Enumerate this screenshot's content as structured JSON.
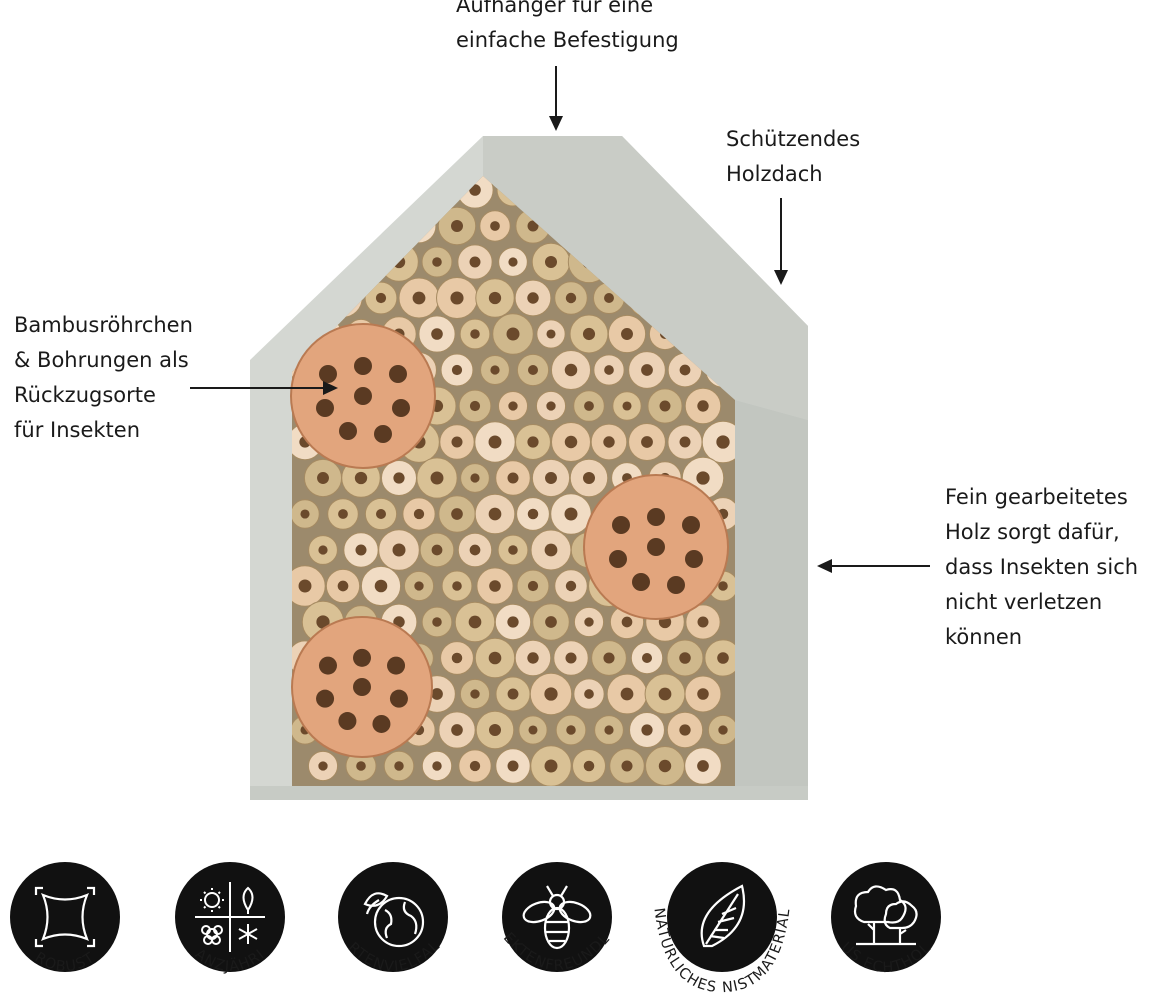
{
  "callouts": {
    "top": [
      "Aufhänger für eine",
      "einfache Befestigung"
    ],
    "roof": [
      "Schützendes",
      "Holzdach"
    ],
    "tubes": [
      "Bambusröhrchen",
      "& Bohrungen als",
      "Rückzugsorte",
      "für Insekten"
    ],
    "wood": [
      "Fein gearbeitetes",
      "Holz sorgt dafür,",
      "dass Insekten sich",
      "nicht verletzen",
      "können"
    ]
  },
  "badges": [
    {
      "label": "ROBUST",
      "icon": "square-arrows-icon"
    },
    {
      "label": "GANZJÄHRIG",
      "icon": "four-seasons-icon"
    },
    {
      "label": "ARTENVIELFALT",
      "icon": "globe-leaf-icon"
    },
    {
      "label": "INSEKTENFREUNDLICH",
      "icon": "bee-icon"
    },
    {
      "label": "NATÜRLICHES NISTMATERIAL",
      "icon": "leaf-icon"
    },
    {
      "label": "AUS ECHTHOLZ",
      "icon": "trees-icon"
    }
  ],
  "colors": {
    "frame": "#d4d7d2",
    "frame_shade": "#bfc3bd",
    "badge": "#111111",
    "wood_light": "#ecd2b6",
    "wood_disc": "#e2a57d",
    "bamboo": "#cfb88c"
  }
}
